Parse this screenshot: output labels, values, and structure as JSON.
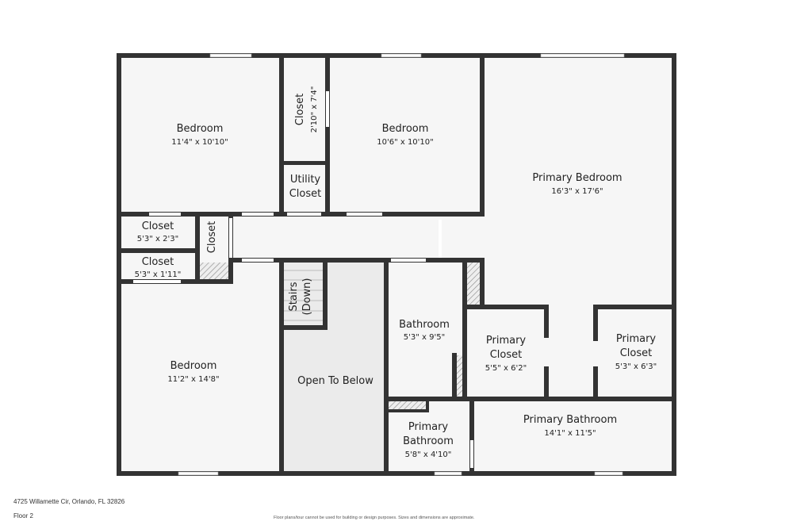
{
  "address": "4725 Willamette Cir, Orlando, FL 32826",
  "floor": "Floor 2",
  "disclaimer": "Floor plans/tour cannot be used for building or design purposes. Sizes and dimensions are approximate.",
  "colors": {
    "wall": "#333333",
    "room": "#f6f6f6",
    "open_to_below": "#ebebeb"
  },
  "rooms": {
    "bedroom1": {
      "name": "Bedroom",
      "dim": "11'4\" x 10'10\""
    },
    "closet_a": {
      "name": "Closet",
      "dim": "2'10\" x 7'4\""
    },
    "bedroom2": {
      "name": "Bedroom",
      "dim": "10'6\" x 10'10\""
    },
    "utility": {
      "name_l1": "Utility",
      "name_l2": "Closet"
    },
    "primary_bedroom": {
      "name": "Primary Bedroom",
      "dim": "16'3\" x 17'6\""
    },
    "closet_b": {
      "name": "Closet",
      "dim": "5'3\" x 2'3\""
    },
    "closet_c": {
      "name": "Closet"
    },
    "closet_d": {
      "name": "Closet",
      "dim": "5'3\" x 1'11\""
    },
    "stairs": {
      "name_l1": "Stairs",
      "name_l2": "(Down)"
    },
    "bedroom3": {
      "name": "Bedroom",
      "dim": "11'2\" x 14'8\""
    },
    "open_below": {
      "name": "Open To Below"
    },
    "bathroom": {
      "name": "Bathroom",
      "dim": "5'3\" x 9'5\""
    },
    "primary_closet1": {
      "name_l1": "Primary",
      "name_l2": "Closet",
      "dim": "5'5\" x 6'2\""
    },
    "primary_closet2": {
      "name_l1": "Primary",
      "name_l2": "Closet",
      "dim": "5'3\" x 6'3\""
    },
    "primary_bath_small": {
      "name_l1": "Primary",
      "name_l2": "Bathroom",
      "dim": "5'8\" x 4'10\""
    },
    "primary_bath": {
      "name": "Primary Bathroom",
      "dim": "14'1\" x 11'5\""
    }
  }
}
